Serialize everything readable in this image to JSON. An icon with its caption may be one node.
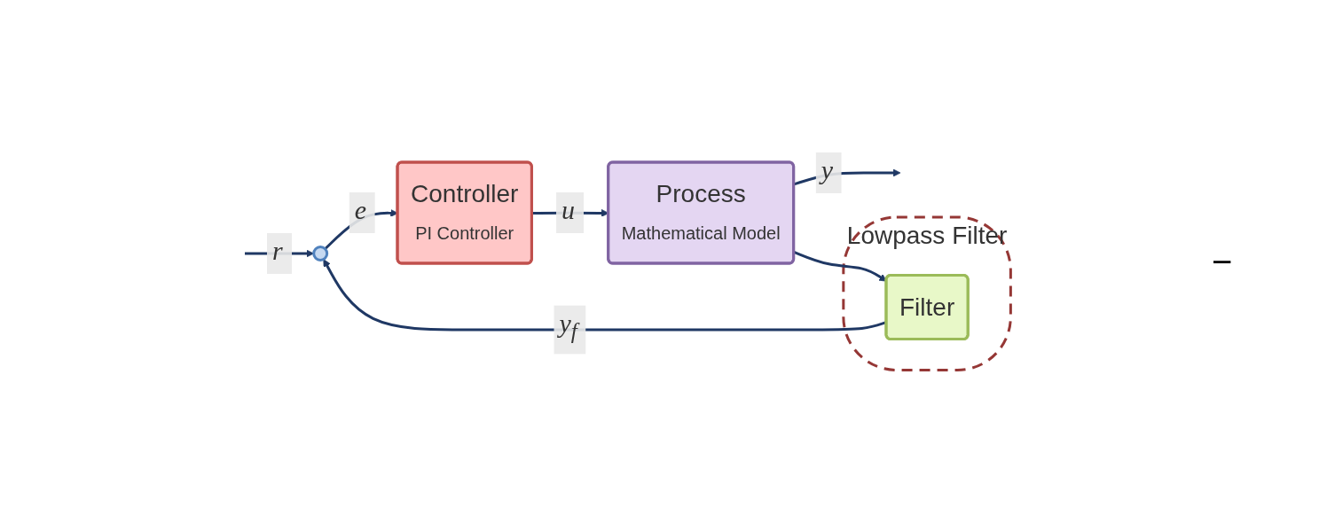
{
  "diagram": {
    "nodes": [
      {
        "text": [],
        "shape": "circle"
      },
      {
        "text": [
          "Controller",
          "PI Controller"
        ]
      },
      {
        "text": [
          "Process",
          "Mathematical Model"
        ]
      },
      {
        "text": [
          "Lowpass Filter"
        ]
      },
      {
        "text": [
          "Filter"
        ],
        "in": 3
      }
    ],
    "edges": [
      {
        "from": null,
        "to": 0,
        "arrow": "to",
        "label": "r"
      },
      {
        "from": 0,
        "to": 1,
        "arrow": "to",
        "label": "e"
      },
      {
        "from": 1,
        "to": 2,
        "arrow": "to",
        "label": "u"
      },
      {
        "from": 2,
        "to": null,
        "arrow": "to",
        "label": "y"
      },
      {
        "from": 2,
        "to": 4,
        "arrow": "to"
      },
      {
        "from": 4,
        "to": 0,
        "arrow": "to",
        "label": "y$_{f}$"
      }
    ],
    "labels": [
      "−"
    ]
  }
}
